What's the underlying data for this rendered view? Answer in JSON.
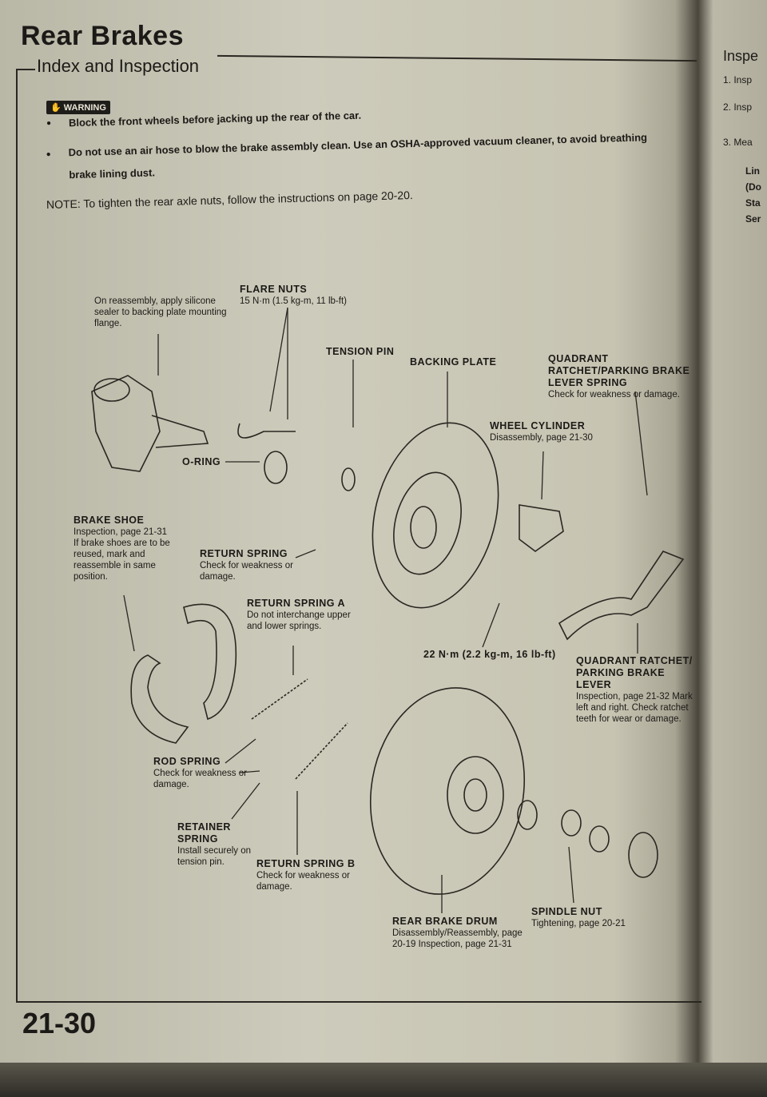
{
  "header": {
    "title": "Rear Brakes",
    "subtitle": "Index and Inspection"
  },
  "warning": {
    "badge": "WARNING",
    "items": [
      "Block the front wheels before jacking up the rear of the car.",
      "Do not use an air hose to blow the brake assembly clean. Use an OSHA-approved vacuum cleaner, to avoid breathing brake lining dust."
    ]
  },
  "note": "NOTE:  To tighten the rear axle nuts, follow the instructions on page 20-20.",
  "labels": {
    "sealer": "On reassembly, apply silicone sealer to backing plate mounting flange.",
    "flare_title": "FLARE NUTS",
    "flare_desc": "15 N·m (1.5 kg-m, 11 lb-ft)",
    "tension_pin": "TENSION PIN",
    "backing_plate": "BACKING PLATE",
    "quad_spring_title": "QUADRANT RATCHET/PARKING BRAKE LEVER SPRING",
    "quad_spring_desc": "Check for weakness or damage.",
    "wheel_cyl_title": "WHEEL CYLINDER",
    "wheel_cyl_desc": "Disassembly, page 21-30",
    "oring": "O-RING",
    "brake_shoe_title": "BRAKE SHOE",
    "brake_shoe_desc": "Inspection, page 21-31 If brake shoes are to be reused, mark and reassemble in same position.",
    "return_spring_title": "RETURN SPRING",
    "return_spring_desc": "Check for weakness or damage.",
    "return_a_title": "RETURN SPRING A",
    "return_a_desc": "Do not interchange upper and lower springs.",
    "torque22": "22 N·m (2.2 kg-m, 16 lb-ft)",
    "quad_lever_title": "QUADRANT RATCHET/ PARKING BRAKE LEVER",
    "quad_lever_desc": "Inspection, page 21-32 Mark left and right. Check ratchet teeth for wear or damage.",
    "rod_spring_title": "ROD SPRING",
    "rod_spring_desc": "Check for weakness or damage.",
    "retainer_title": "RETAINER SPRING",
    "retainer_desc": "Install securely on tension pin.",
    "return_b_title": "RETURN SPRING B",
    "return_b_desc": "Check for weakness or damage.",
    "drum_title": "REAR BRAKE DRUM",
    "drum_desc": "Disassembly/Reassembly, page 20-19 Inspection, page 21-31",
    "spindle_title": "SPINDLE NUT",
    "spindle_desc": "Tightening, page 20-21"
  },
  "right_page": {
    "heading": "Inspe",
    "items": [
      "1.  Insp",
      "2.  Insp",
      "3.  Mea"
    ],
    "fragments": [
      "Lin",
      "(Do",
      "Sta",
      "Ser"
    ]
  },
  "footer": {
    "page_number": "21-30"
  }
}
